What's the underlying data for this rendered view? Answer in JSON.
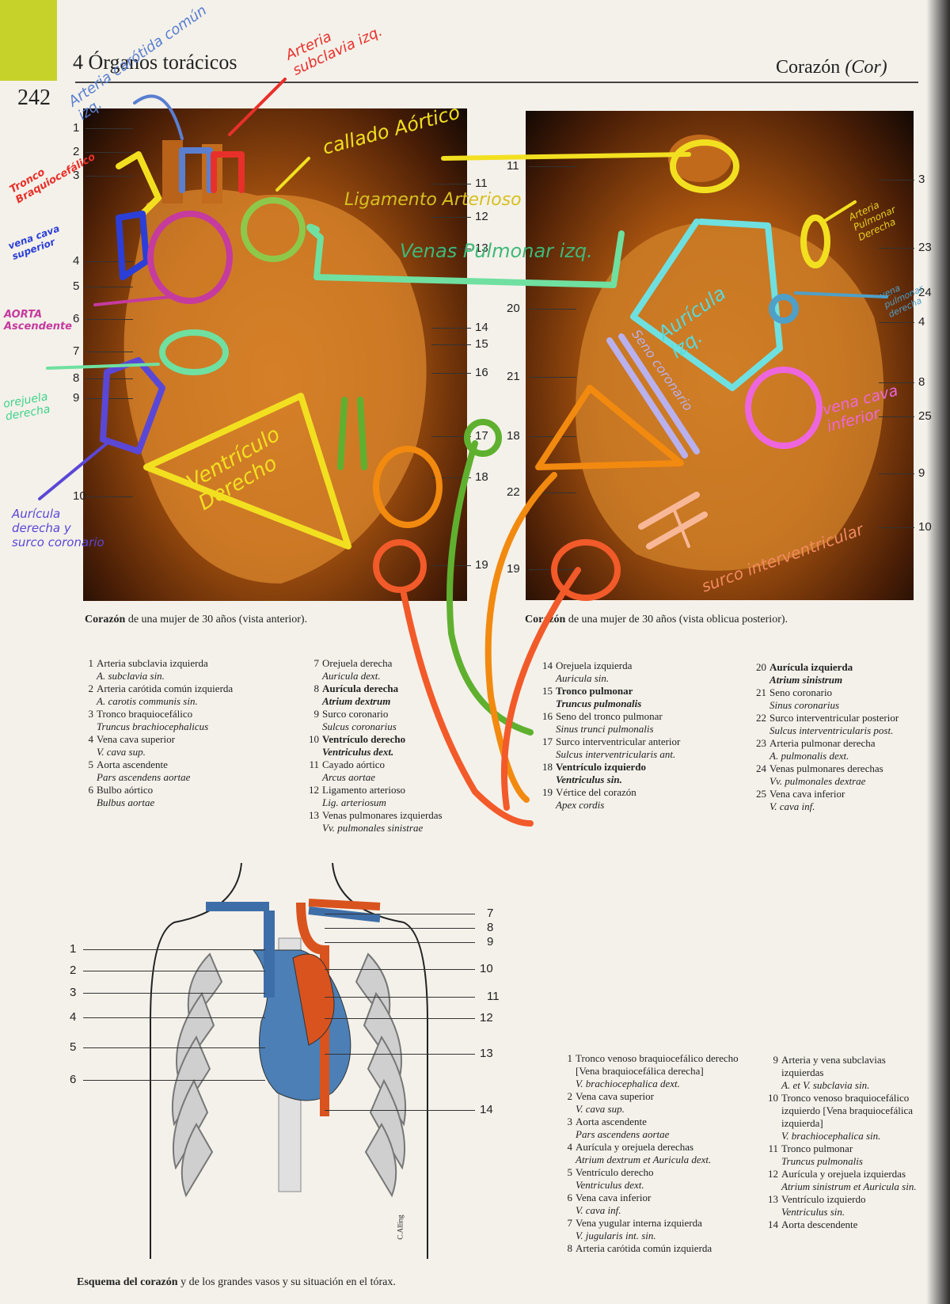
{
  "page": {
    "number": "242",
    "section": "4  Órganos torácicos",
    "topic": "Corazón",
    "topic_latin": "(Cor)"
  },
  "photo1": {
    "caption_bold": "Corazón",
    "caption_rest": " de una mujer de 30 años (vista anterior).",
    "labels_left": [
      "1",
      "2",
      "3",
      "4",
      "5",
      "6",
      "7",
      "8",
      "9",
      "10"
    ],
    "labels_right": [
      "11",
      "12",
      "13",
      "14",
      "15",
      "16",
      "17",
      "18",
      "19"
    ]
  },
  "photo2": {
    "caption_bold": "Corazón",
    "caption_rest": " de una mujer de 30 años (vista oblicua posterior).",
    "labels_left": [
      "11",
      "20",
      "21",
      "18",
      "22",
      "19"
    ],
    "labels_right": [
      "3",
      "23",
      "24",
      "4",
      "8",
      "25",
      "9",
      "10"
    ]
  },
  "legend_top": [
    {
      "n": "1",
      "es": "Arteria subclavia izquierda",
      "la": "A. subclavia sin.",
      "bold": false
    },
    {
      "n": "2",
      "es": "Arteria carótida común izquierda",
      "la": "A. carotis communis sin.",
      "bold": false
    },
    {
      "n": "3",
      "es": "Tronco braquiocefálico",
      "la": "Truncus brachiocephalicus",
      "bold": false
    },
    {
      "n": "4",
      "es": "Vena cava superior",
      "la": "V. cava sup.",
      "bold": false
    },
    {
      "n": "5",
      "es": "Aorta ascendente",
      "la": "Pars ascendens aortae",
      "bold": false
    },
    {
      "n": "6",
      "es": "Bulbo aórtico",
      "la": "Bulbus aortae",
      "bold": false
    },
    {
      "n": "7",
      "es": "Orejuela derecha",
      "la": "Auricula dext.",
      "bold": false
    },
    {
      "n": "8",
      "es": "Aurícula derecha",
      "la": "Atrium dextrum",
      "bold": true
    },
    {
      "n": "9",
      "es": "Surco coronario",
      "la": "Sulcus coronarius",
      "bold": false
    },
    {
      "n": "10",
      "es": "Ventrículo derecho",
      "la": "Ventriculus dext.",
      "bold": true
    },
    {
      "n": "11",
      "es": "Cayado aórtico",
      "la": "Arcus aortae",
      "bold": false
    },
    {
      "n": "12",
      "es": "Ligamento arterioso",
      "la": "Lig. arteriosum",
      "bold": false
    },
    {
      "n": "13",
      "es": "Venas pulmonares izquierdas",
      "la": "Vv. pulmonales sinistrae",
      "bold": false
    },
    {
      "n": "14",
      "es": "Orejuela izquierda",
      "la": "Auricula sin.",
      "bold": false
    },
    {
      "n": "15",
      "es": "Tronco pulmonar",
      "la": "Truncus pulmonalis",
      "bold": true
    },
    {
      "n": "16",
      "es": "Seno del tronco pulmonar",
      "la": "Sinus trunci pulmonalis",
      "bold": false
    },
    {
      "n": "17",
      "es": "Surco interventricular anterior",
      "la": "Sulcus interventricularis ant.",
      "bold": false
    },
    {
      "n": "18",
      "es": "Ventrículo izquierdo",
      "la": "Ventriculus sin.",
      "bold": true
    },
    {
      "n": "19",
      "es": "Vértice del corazón",
      "la": "Apex cordis",
      "bold": false
    },
    {
      "n": "20",
      "es": "Aurícula izquierda",
      "la": "Atrium sinistrum",
      "bold": true
    },
    {
      "n": "21",
      "es": "Seno coronario",
      "la": "Sinus coronarius",
      "bold": false
    },
    {
      "n": "22",
      "es": "Surco interventricular posterior",
      "la": "Sulcus interventricularis post.",
      "bold": false
    },
    {
      "n": "23",
      "es": "Arteria pulmonar derecha",
      "la": "A. pulmonalis dext.",
      "bold": false
    },
    {
      "n": "24",
      "es": "Venas pulmonares derechas",
      "la": "Vv. pulmonales dextrae",
      "bold": false
    },
    {
      "n": "25",
      "es": "Vena cava inferior",
      "la": "V. cava inf.",
      "bold": false
    }
  ],
  "schema": {
    "caption_bold": "Esquema del corazón",
    "caption_rest": " y de los grandes vasos y su situación en el tórax.",
    "labels_left": [
      "1",
      "2",
      "3",
      "4",
      "5",
      "6"
    ],
    "labels_right": [
      "7",
      "8",
      "9",
      "10",
      "11",
      "12",
      "13",
      "14"
    ],
    "signature": "C.Alling"
  },
  "legend_bottom": [
    {
      "n": "1",
      "es": "Tronco venoso braquiocefálico derecho [Vena braquiocefálica derecha]",
      "la": "V. brachiocephalica dext."
    },
    {
      "n": "2",
      "es": "Vena cava superior",
      "la": "V. cava sup."
    },
    {
      "n": "3",
      "es": "Aorta ascendente",
      "la": "Pars ascendens aortae"
    },
    {
      "n": "4",
      "es": "Aurícula y orejuela derechas",
      "la": "Atrium dextrum et Auricula dext."
    },
    {
      "n": "5",
      "es": "Ventrículo derecho",
      "la": "Ventriculus dext."
    },
    {
      "n": "6",
      "es": "Vena cava inferior",
      "la": "V. cava inf."
    },
    {
      "n": "7",
      "es": "Vena yugular interna izquierda",
      "la": "V. jugularis int. sin."
    },
    {
      "n": "8",
      "es": "Arteria carótida común izquierda",
      "la": ""
    },
    {
      "n": "9",
      "es": "Arteria y vena subclavias izquierdas",
      "la": "A. et V. subclavia sin."
    },
    {
      "n": "10",
      "es": "Tronco venoso braquiocefálico izquierdo [Vena braquiocefálica izquierda]",
      "la": "V. brachiocephalica sin."
    },
    {
      "n": "11",
      "es": "Tronco pulmonar",
      "la": "Truncus pulmonalis"
    },
    {
      "n": "12",
      "es": "Aurícula y orejuela izquierdas",
      "la": "Atrium sinistrum et Auricula sin."
    },
    {
      "n": "13",
      "es": "Ventrículo izquierdo",
      "la": "Ventriculus sin."
    },
    {
      "n": "14",
      "es": "Aorta descendente",
      "la": ""
    }
  ],
  "handwriting": {
    "carotida": "Arteria carótida común izq.",
    "subclavia": "Arteria subclavia izq.",
    "tronco": "Tronco Braquiocefálico",
    "cayado": "callado Aórtico",
    "ligamento": "Ligamento Arterioso",
    "venas_pulm": "Venas Pulmonar izq.",
    "cava_sup": "vena cava superior",
    "aorta_asc": "AORTA Ascendente",
    "orejuela": "orejuela derecha",
    "auricula_der": "Aurícula derecha y surco coronario",
    "ventriculo": "Ventrículo Derecho",
    "auricula_izq": "Aurícula izq.",
    "seno": "Seno coronario",
    "art_pulm_der": "Arteria Pulmonar Derecha",
    "vena_pulm_der": "vena pulmonar derecha",
    "vena_cava_inf": "vena cava inferior",
    "surco_iv": "surco interventricular"
  }
}
